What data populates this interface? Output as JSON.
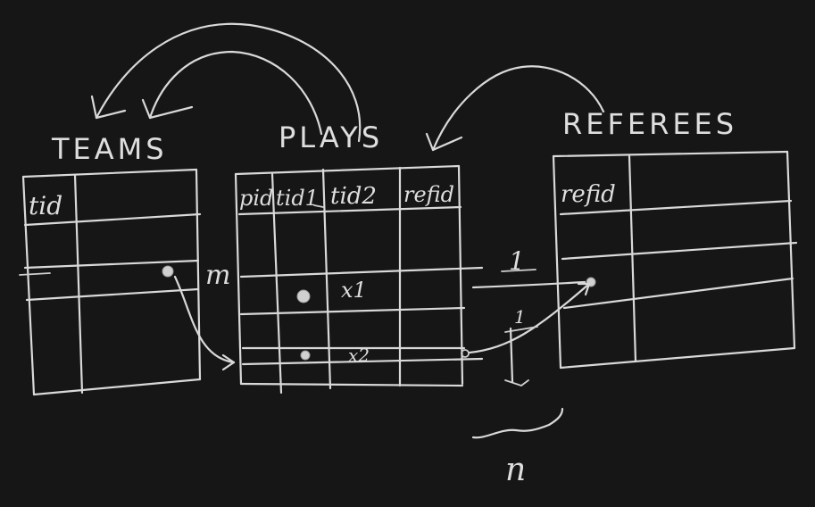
{
  "tables": {
    "teams": {
      "title": "TEAMS",
      "columns": [
        "tid"
      ]
    },
    "plays": {
      "title": "PLAYS",
      "columns": [
        "pid",
        "tid1",
        "tid2",
        "refid"
      ]
    },
    "referees": {
      "title": "REFEREES",
      "columns": [
        "refid"
      ]
    }
  },
  "annotations": {
    "teams_plays_cardinality": "m",
    "x1": "x1",
    "x2": "x2",
    "plays_referees_one_a": "1",
    "plays_referees_one_b": "1",
    "brace_label": "n"
  },
  "colors": {
    "background": "#161616",
    "ink": "#d9d9d9"
  }
}
